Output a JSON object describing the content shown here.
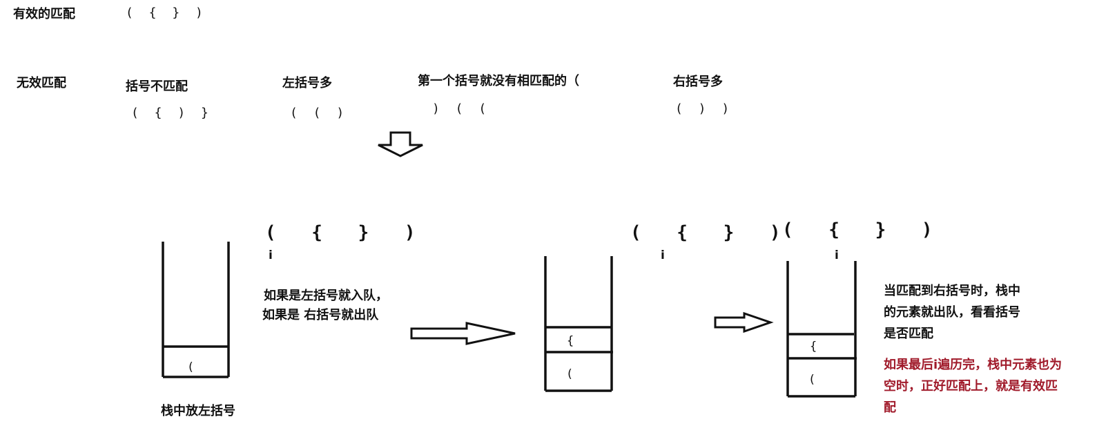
{
  "valid": {
    "label": "有效的匹配",
    "example": "( { } )"
  },
  "invalid": {
    "label": "无效匹配",
    "cases": [
      {
        "title": "括号不匹配",
        "example": "( { ) }"
      },
      {
        "title": "左括号多",
        "example": "( ( )"
      },
      {
        "title": "第一个括号就没有相匹配的（",
        "example": ") ( ("
      },
      {
        "title": "右括号多",
        "example": "( ) )"
      }
    ]
  },
  "steps": {
    "sequence": "( { } )",
    "index_label": "i",
    "step1": {
      "cells": [
        "("
      ],
      "caption": "栈中放左括号",
      "rule_line1": "如果是左括号就入队，",
      "rule_line2": "如果是 右括号就出队"
    },
    "step2": {
      "cells": [
        "{",
        "("
      ]
    },
    "step3": {
      "cells": [
        "{",
        "("
      ],
      "note_line1": "当匹配到右括号时，栈中",
      "note_line2": "的元素就出队，看看括号",
      "note_line3": "是否匹配",
      "conclusion_line1": "如果最后i遍历完，栈中元素也为",
      "conclusion_line2": "空时，正好匹配上，就是有效匹",
      "conclusion_line3": "配"
    }
  },
  "colors": {
    "ink": "#111111",
    "conclusion": "#a01a2a"
  }
}
